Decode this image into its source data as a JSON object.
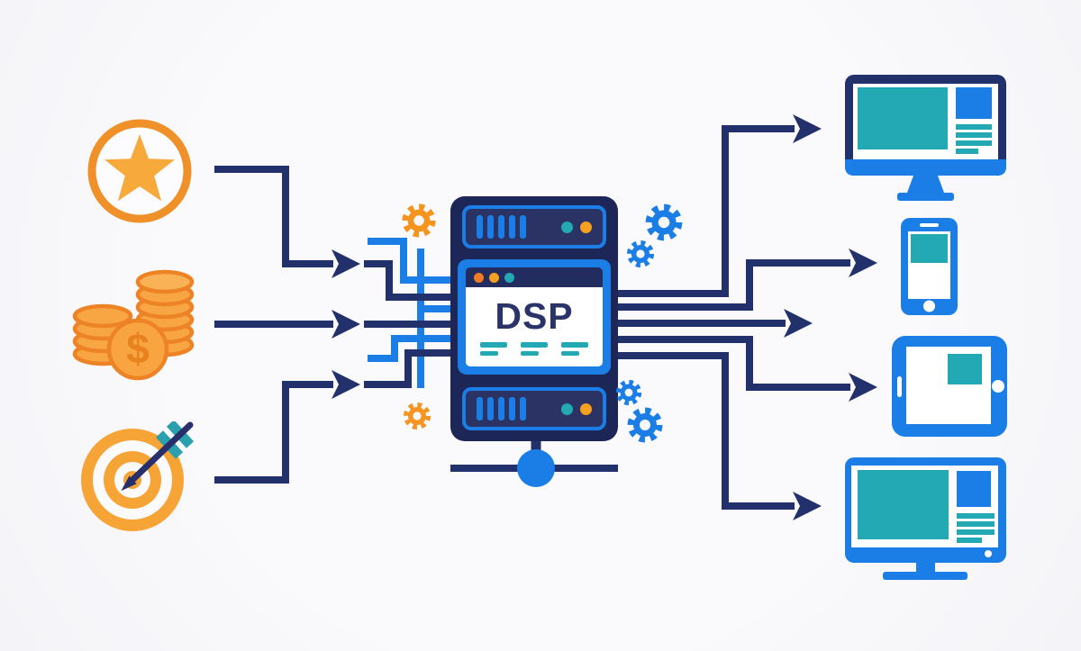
{
  "diagram": {
    "center": {
      "label": "DSP",
      "icon": "ad-server-icon"
    },
    "inputs": [
      {
        "id": "star",
        "icon": "star-badge-icon"
      },
      {
        "id": "coins",
        "icon": "coins-icon"
      },
      {
        "id": "target",
        "icon": "target-arrow-icon"
      }
    ],
    "outputs": [
      {
        "id": "desktop-top",
        "icon": "desktop-monitor-icon"
      },
      {
        "id": "smartphone",
        "icon": "smartphone-icon"
      },
      {
        "id": "tablet",
        "icon": "tablet-icon"
      },
      {
        "id": "desktop-bottom",
        "icon": "desktop-monitor-icon"
      }
    ],
    "colors": {
      "background": "#f7f7fa",
      "navy": "#22306b",
      "server_body": "#1c2657",
      "blue": "#1a7ee6",
      "teal": "#23a9b4",
      "orange": "#f5941f",
      "orange_light": "#f8a644"
    }
  }
}
